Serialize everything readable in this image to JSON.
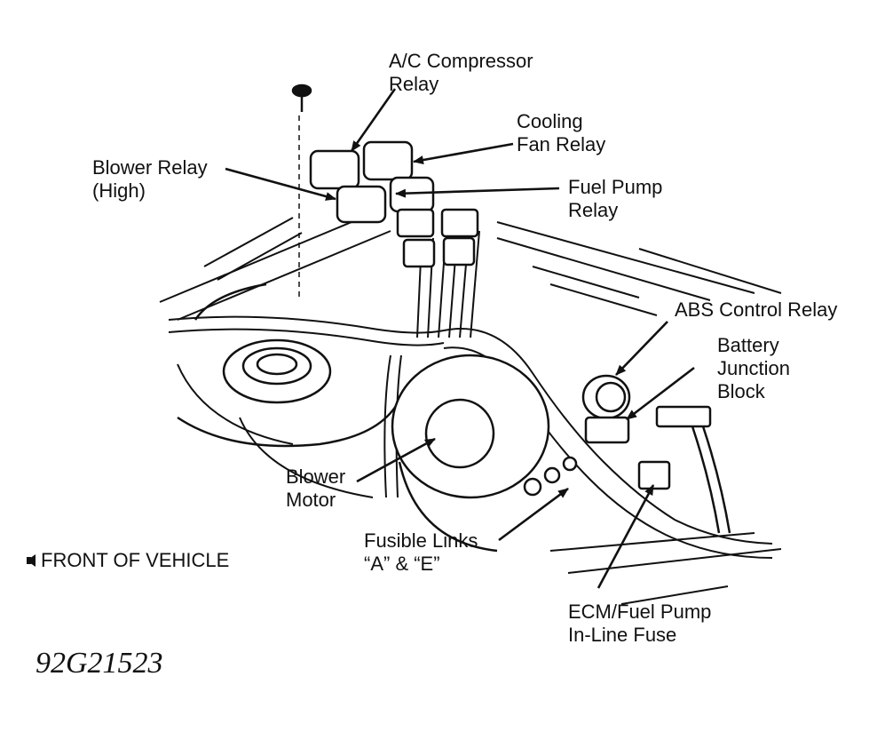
{
  "labels": {
    "ac_compressor_relay": [
      "A/C Compressor",
      "Relay"
    ],
    "cooling_fan_relay": [
      "Cooling",
      "Fan Relay"
    ],
    "blower_relay_high": [
      "Blower Relay",
      "(High)"
    ],
    "fuel_pump_relay": [
      "Fuel Pump",
      "Relay"
    ],
    "abs_control_relay": [
      "ABS Control Relay"
    ],
    "battery_junction_block": [
      "Battery",
      "Junction",
      "Block"
    ],
    "blower_motor": [
      "Blower",
      "Motor"
    ],
    "fusible_links": [
      "Fusible Links",
      "“A” & “E”"
    ],
    "ecm_fuel_pump_fuse": [
      "ECM/Fuel Pump",
      "In-Line Fuse"
    ]
  },
  "front_of_vehicle": "FRONT OF VEHICLE",
  "figure_id": "92G21523"
}
